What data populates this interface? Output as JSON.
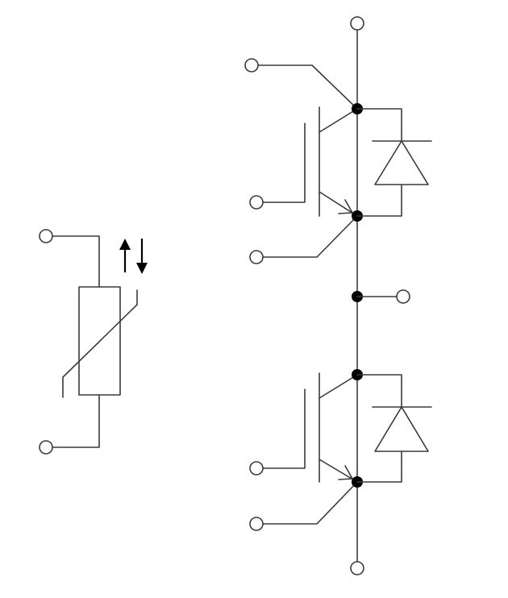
{
  "diagram": {
    "type": "circuit-schematic",
    "components": [
      {
        "kind": "ntc-thermistor",
        "icon": "thermistor-icon",
        "terminals": 2
      },
      {
        "kind": "igbt",
        "icon": "igbt-icon",
        "position": "upper",
        "terminals": 3
      },
      {
        "kind": "freewheeling-diode",
        "icon": "diode-icon",
        "position": "upper"
      },
      {
        "kind": "igbt",
        "icon": "igbt-icon",
        "position": "lower",
        "terminals": 3
      },
      {
        "kind": "freewheeling-diode",
        "icon": "diode-icon",
        "position": "lower"
      }
    ],
    "line_color": "#3a3a3a",
    "junction_color": "#000000",
    "background": "#ffffff"
  }
}
